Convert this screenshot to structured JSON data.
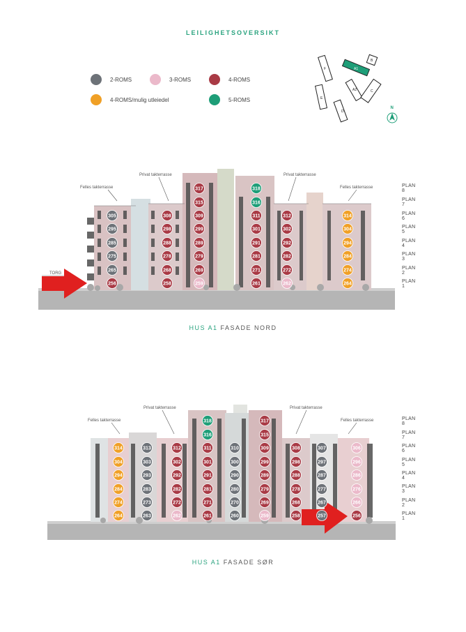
{
  "title": "LEILIGHETSOVERSIKT",
  "colors": {
    "accent": "#2aa37f",
    "two_rooms": "#6d7278",
    "three_rooms": "#ebb9ca",
    "four_rooms": "#a93a45",
    "four_rooms_rental": "#f0a026",
    "five_rooms": "#1e9e78",
    "arrow": "#e0201f"
  },
  "legend": [
    {
      "label": "2-ROMS",
      "color": "#6d7278"
    },
    {
      "label": "3-ROMS",
      "color": "#ebb9ca"
    },
    {
      "label": "4-ROMS",
      "color": "#a93a45"
    },
    {
      "label": "4-ROMS/mulig utleiedel",
      "color": "#f0a026"
    },
    {
      "label": "5-ROMS",
      "color": "#1e9e78"
    }
  ],
  "site_plan": {
    "buildings": [
      "A1",
      "A2",
      "B",
      "C",
      "D",
      "E",
      "F"
    ],
    "north_label": "N"
  },
  "plan_levels": [
    "PLAN 8",
    "PLAN 7",
    "PLAN 6",
    "PLAN 5",
    "PLAN 4",
    "PLAN 3",
    "PLAN 2",
    "PLAN 1"
  ],
  "facades": [
    {
      "caption_hus": "HUS A1",
      "caption_side": "FASADE NORD",
      "torg_label": "TORG",
      "annotations": [
        "Felles takterrasse",
        "Privat takterrasse",
        "Privat takterrasse",
        "Felles takterrasse"
      ],
      "columns": [
        {
          "units": [
            "305",
            "295",
            "285",
            "275",
            "265",
            "256"
          ],
          "types": [
            "2",
            "2",
            "2",
            "2",
            "2",
            "4"
          ]
        },
        {
          "units": [
            "308",
            "298",
            "288",
            "278",
            "268",
            "258"
          ],
          "types": [
            "4",
            "4",
            "4",
            "4",
            "4",
            "4"
          ]
        },
        {
          "units": [
            "317",
            "315",
            "309",
            "299",
            "289",
            "279",
            "269",
            "259"
          ],
          "types": [
            "4",
            "4",
            "4",
            "4",
            "4",
            "4",
            "4",
            "3"
          ]
        },
        {
          "units": [
            "318",
            "316",
            "311",
            "301",
            "291",
            "281",
            "271",
            "261"
          ],
          "types": [
            "5",
            "5",
            "4",
            "4",
            "4",
            "4",
            "4",
            "4"
          ]
        },
        {
          "units": [
            "312",
            "302",
            "292",
            "282",
            "272",
            "262"
          ],
          "types": [
            "4",
            "4",
            "4",
            "4",
            "4",
            "3"
          ]
        },
        {
          "units": [
            "314",
            "304",
            "294",
            "284",
            "274",
            "264"
          ],
          "types": [
            "4R",
            "4R",
            "4R",
            "4R",
            "4R",
            "4R"
          ]
        }
      ]
    },
    {
      "caption_hus": "HUS A1",
      "caption_side": "FASADE SØR",
      "torg_label": "",
      "annotations": [
        "Felles takterrasse",
        "Privat takterrasse",
        "Privat takterrasse",
        "Felles takterrasse"
      ],
      "columns": [
        {
          "units": [
            "314",
            "304",
            "294",
            "284",
            "274",
            "264"
          ],
          "types": [
            "4R",
            "4R",
            "4R",
            "4R",
            "4R",
            "4R"
          ]
        },
        {
          "units": [
            "313",
            "303",
            "293",
            "283",
            "273",
            "263"
          ],
          "types": [
            "2",
            "2",
            "2",
            "2",
            "2",
            "2"
          ]
        },
        {
          "units": [
            "312",
            "302",
            "292",
            "282",
            "272",
            "262"
          ],
          "types": [
            "4",
            "4",
            "4",
            "4",
            "4",
            "3"
          ]
        },
        {
          "units": [
            "318",
            "316",
            "311",
            "301",
            "291",
            "281",
            "271",
            "261"
          ],
          "types": [
            "5",
            "5",
            "4",
            "4",
            "4",
            "4",
            "4",
            "4"
          ]
        },
        {
          "units": [
            "310",
            "300",
            "290",
            "280",
            "270",
            "260"
          ],
          "types": [
            "2",
            "2",
            "2",
            "2",
            "2",
            "2"
          ]
        },
        {
          "units": [
            "317",
            "315",
            "309",
            "299",
            "289",
            "279",
            "269",
            "259"
          ],
          "types": [
            "4",
            "4",
            "4",
            "4",
            "4",
            "4",
            "4",
            "3"
          ]
        },
        {
          "units": [
            "308",
            "298",
            "288",
            "278",
            "268",
            "258"
          ],
          "types": [
            "4",
            "4",
            "4",
            "4",
            "4",
            "4"
          ]
        },
        {
          "units": [
            "307",
            "297",
            "287",
            "277",
            "267",
            "257"
          ],
          "types": [
            "2",
            "2",
            "2",
            "2",
            "2",
            "2"
          ]
        },
        {
          "units": [
            "306",
            "296",
            "286",
            "276",
            "266",
            "256"
          ],
          "types": [
            "3",
            "3",
            "3",
            "3",
            "3",
            "4"
          ]
        }
      ]
    }
  ]
}
